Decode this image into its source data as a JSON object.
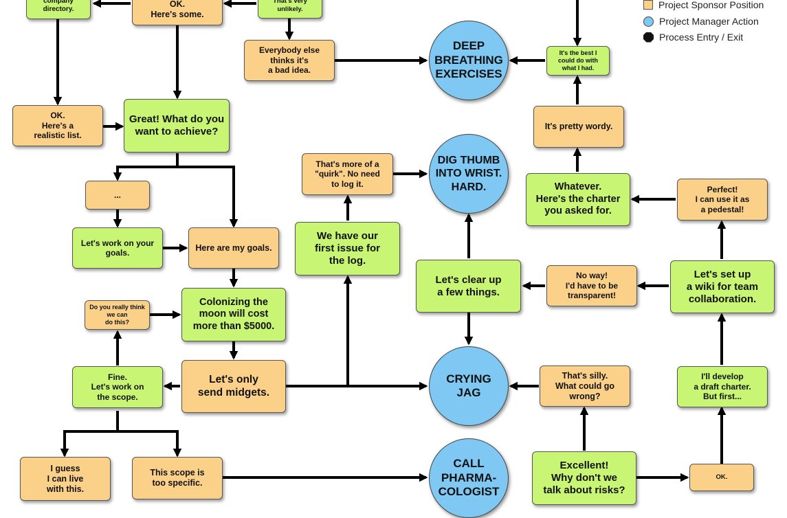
{
  "legend": {
    "sponsor_label": "Project Sponsor Position",
    "pm_label": "Project Manager Action",
    "process_label": "Process Entry / Exit"
  },
  "colors": {
    "sponsor": "#fbd088",
    "pm": "#c9f575",
    "action": "#7ec8f3"
  },
  "nodes": {
    "company_directory": "company\ndirectory.",
    "ok_heres_some": "OK.\nHere's some.",
    "thats_very_unlikely": "That's very\nunlikely.",
    "everybody_else": "Everybody else\nthinks it's\na bad idea.",
    "deep_breathing": "DEEP\nBREATHING\nEXERCISES",
    "best_i_could_do": "It's the best I\ncould do with\nwhat I had.",
    "ok_realistic_list": "OK.\nHere's a\nrealistic list.",
    "great_achieve": "Great! What do you\nwant to achieve?",
    "quirk": "That's more of a\n\"quirk\". No need\nto log it.",
    "dig_thumb": "DIG THUMB\nINTO WRIST.\nHARD.",
    "pretty_wordy": "It's pretty wordy.",
    "ellipsis": "...",
    "whatever_charter": "Whatever.\nHere's the charter\nyou asked for.",
    "perfect_pedestal": "Perfect!\nI can use it as\na pedestal!",
    "work_on_goals": "Let's work on your\ngoals.",
    "here_are_goals": "Here are my goals.",
    "first_issue": "We have our\nfirst issue for\nthe log.",
    "no_way": "No way!\nI'd have to be\ntransparent!",
    "clear_up": "Let's clear up\na few things.",
    "wiki": "Let's set up\na wiki for team\ncollaboration.",
    "really_think": "Do you really think\nwe can\ndo this?",
    "colonizing_moon": "Colonizing the\nmoon will cost\nmore than $5000.",
    "fine_scope": "Fine.\nLet's work on\nthe scope.",
    "send_midgets": "Let's only\nsend midgets.",
    "crying_jag": "CRYING\nJAG",
    "thats_silly": "That's silly.\nWhat could go\nwrong?",
    "draft_charter": "I'll develop\na draft charter.\nBut first...",
    "guess_live": "I guess\nI can live\nwith this.",
    "scope_specific": "This scope is\ntoo specific.",
    "call_pharma": "CALL\nPHARMA-\nCOLOGIST",
    "excellent_risks": "Excellent!\nWhy don't we\ntalk about risks?",
    "ok_small": "OK."
  }
}
